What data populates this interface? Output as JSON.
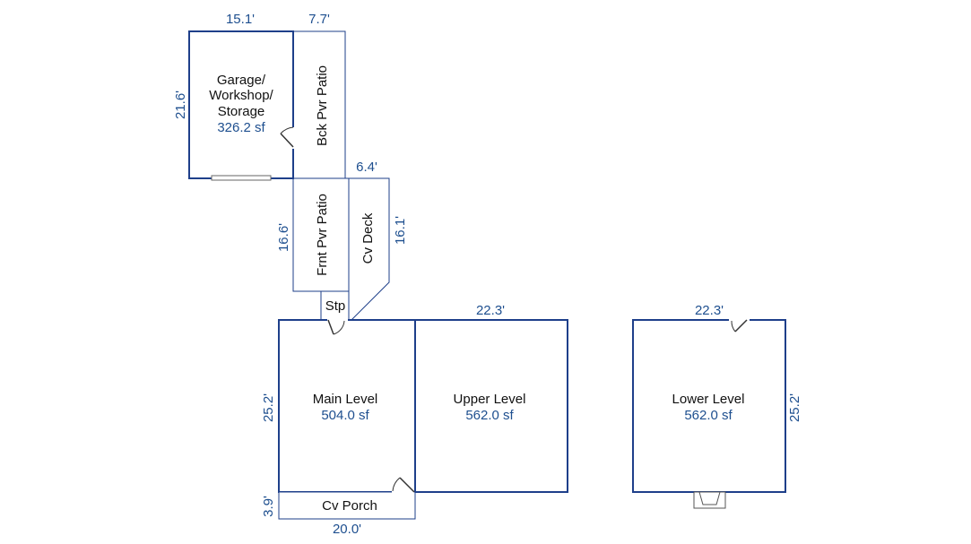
{
  "floor_plan": {
    "garage": {
      "label": [
        "Garage/",
        "Workshop/",
        "Storage"
      ],
      "area": "326.2 sf",
      "width": "15.1'",
      "depth": "21.6'"
    },
    "back_patio": {
      "label": "Bck Pvr Patio",
      "width": "7.7'"
    },
    "front_patio": {
      "label": "Frnt Pvr Patio",
      "depth": "16.6'"
    },
    "cv_deck": {
      "label": "Cv Deck",
      "width": "6.4'",
      "depth": "16.1'"
    },
    "step": {
      "label": "Stp"
    },
    "main_level": {
      "label": "Main Level",
      "area": "504.0 sf",
      "depth": "25.2'"
    },
    "upper_level": {
      "label": "Upper Level",
      "area": "562.0 sf",
      "width": "22.3'"
    },
    "lower_level": {
      "label": "Lower Level",
      "area": "562.0 sf",
      "width": "22.3'",
      "depth": "25.2'"
    },
    "cv_porch": {
      "label": "Cv Porch",
      "width": "20.0'",
      "depth": "3.9'"
    },
    "colors": {
      "wall": "#1e3f8a",
      "dimension_text": "#1e4f8f",
      "label_text": "#111111"
    }
  }
}
